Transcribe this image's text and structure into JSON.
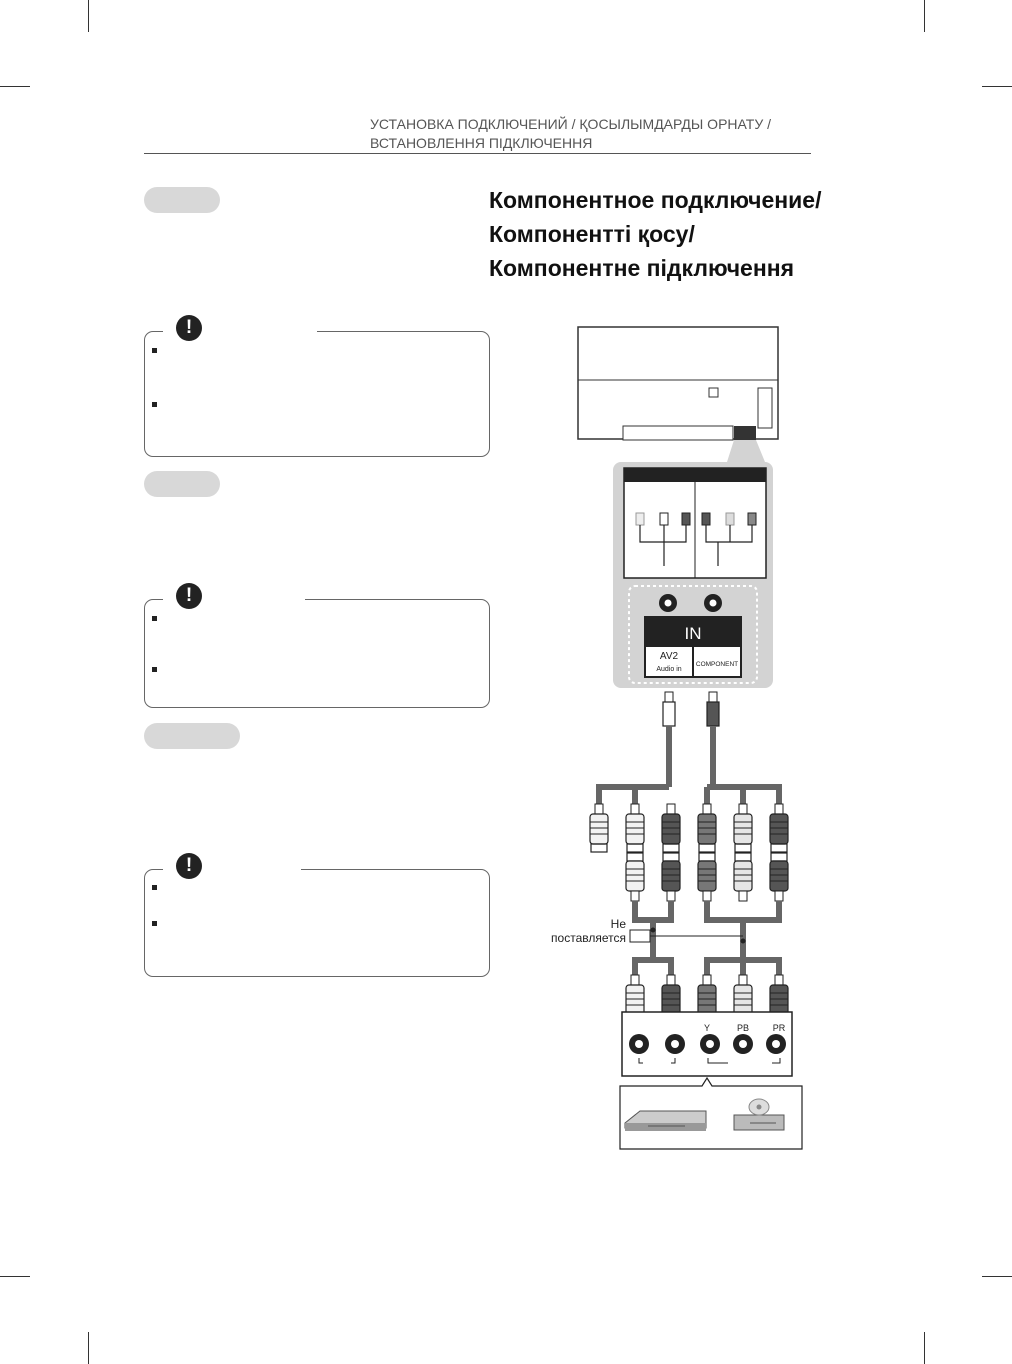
{
  "header": {
    "line1": "УСТАНОВКА ПОДКЛЮЧЕНИЙ / ҚОСЫЛЫМДАРДЫ ОРНАТУ /",
    "line2": "ВСТАНОВЛЕННЯ ПІДКЛЮЧЕННЯ"
  },
  "title": {
    "line1": "Компонентное подключение/",
    "line2": "Компоненттi қосу/",
    "line3": "Компонентне підключення"
  },
  "diagram": {
    "panel_in_label": "IN",
    "av2_label": "AV2",
    "audio_in_label": "Audio in",
    "component_label": "COMPONENT",
    "not_supplied_line1": "Не",
    "not_supplied_line2": "поставляется",
    "jack_y": "Y",
    "jack_pb": "PB",
    "jack_pr": "PR"
  },
  "colors": {
    "cable": "#666666",
    "plug_dark": "#555555",
    "plug_light": "#f2f2f2",
    "panel_bg": "#d3d3d3",
    "label_pill": "#d8d8d8"
  }
}
